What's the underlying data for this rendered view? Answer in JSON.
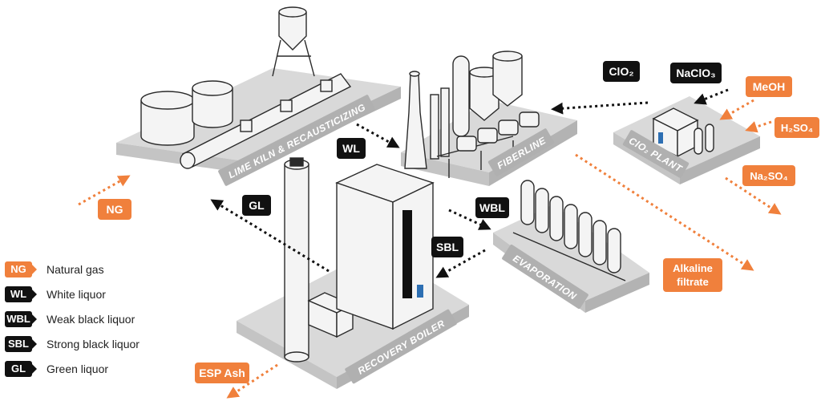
{
  "colors": {
    "orange": "#f0803c",
    "black": "#111111",
    "plate": "#d9d9d9",
    "plate_side": "#bdbdbd",
    "equipment": "#f4f4f4",
    "outline": "#2a2a2a",
    "accent_blue": "#2d6fb3"
  },
  "areas": {
    "lime_kiln": "LIME KILN & RECAUSTICIZING",
    "fiberline": "FIBERLINE",
    "clo2_plant": "ClO₂ PLANT",
    "evaporation": "EVAPORATION",
    "recovery_boiler": "RECOVERY BOILER"
  },
  "streams": {
    "wl": "WL",
    "gl": "GL",
    "wbl": "WBL",
    "sbl": "SBL",
    "clo2": "ClO₂",
    "naclo3": "NaClO₃",
    "meoh": "MeOH",
    "h2so4": "H₂SO₄",
    "na2so4": "Na₂SO₄",
    "ng": "NG",
    "alkaline_filtrate_1": "Alkaline",
    "alkaline_filtrate_2": "filtrate",
    "esp_ash": "ESP Ash"
  },
  "legend": [
    {
      "code": "NG",
      "label": "Natural gas",
      "color": "#f0803c"
    },
    {
      "code": "WL",
      "label": "White liquor",
      "color": "#111111"
    },
    {
      "code": "WBL",
      "label": "Weak black liquor",
      "color": "#111111"
    },
    {
      "code": "SBL",
      "label": "Strong black liquor",
      "color": "#111111"
    },
    {
      "code": "GL",
      "label": "Green liquor",
      "color": "#111111"
    }
  ]
}
